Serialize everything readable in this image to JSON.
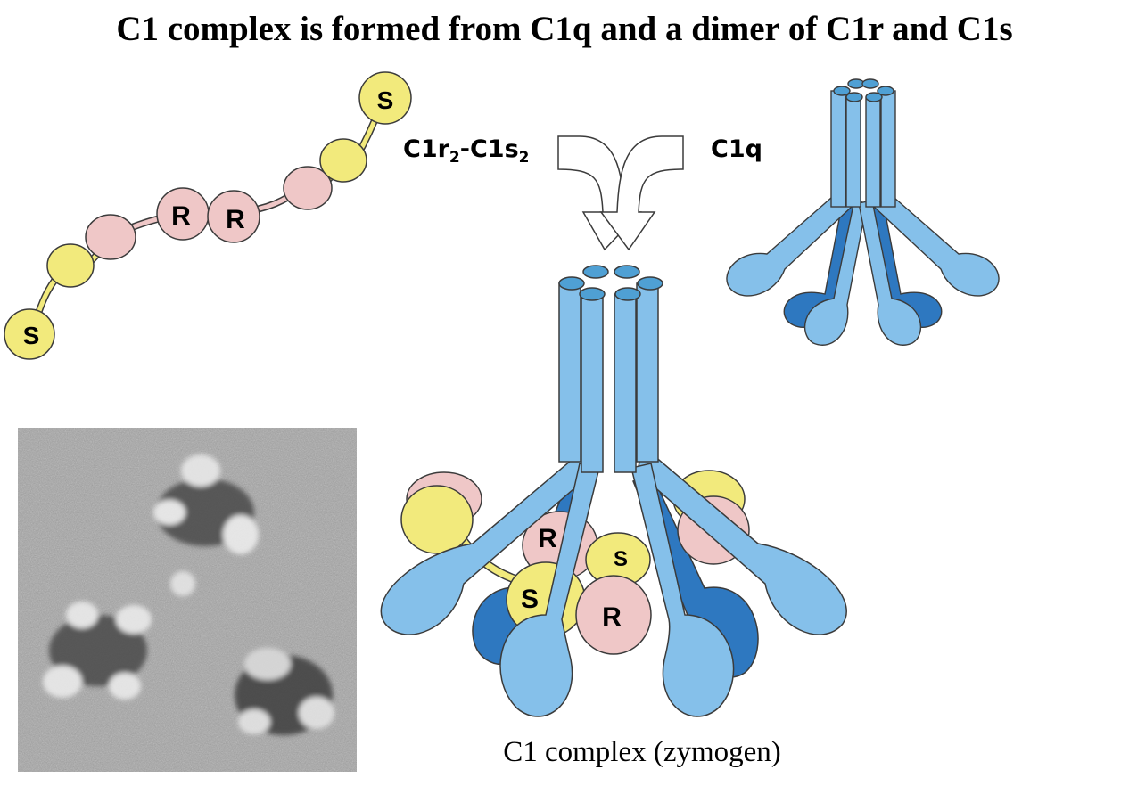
{
  "title": "C1 complex is formed from C1q and a dimer of C1r and C1s",
  "caption": "C1 complex (zymogen)",
  "arrow_left_label": {
    "base": "C1r",
    "sub1": "2",
    "mid": "-C1s",
    "sub2": "2"
  },
  "arrow_right_label": "C1q",
  "segment_letters": {
    "s": "S",
    "r": "R"
  },
  "colors": {
    "c1q_light": "#85c0ea",
    "c1q_dark": "#2e78c0",
    "c1q_top": "#4fa0d4",
    "c1r": "#efc7c7",
    "c1s": "#f2ea7c",
    "outline": "#3b3b3b",
    "micrograph": "#a5a5a5"
  }
}
